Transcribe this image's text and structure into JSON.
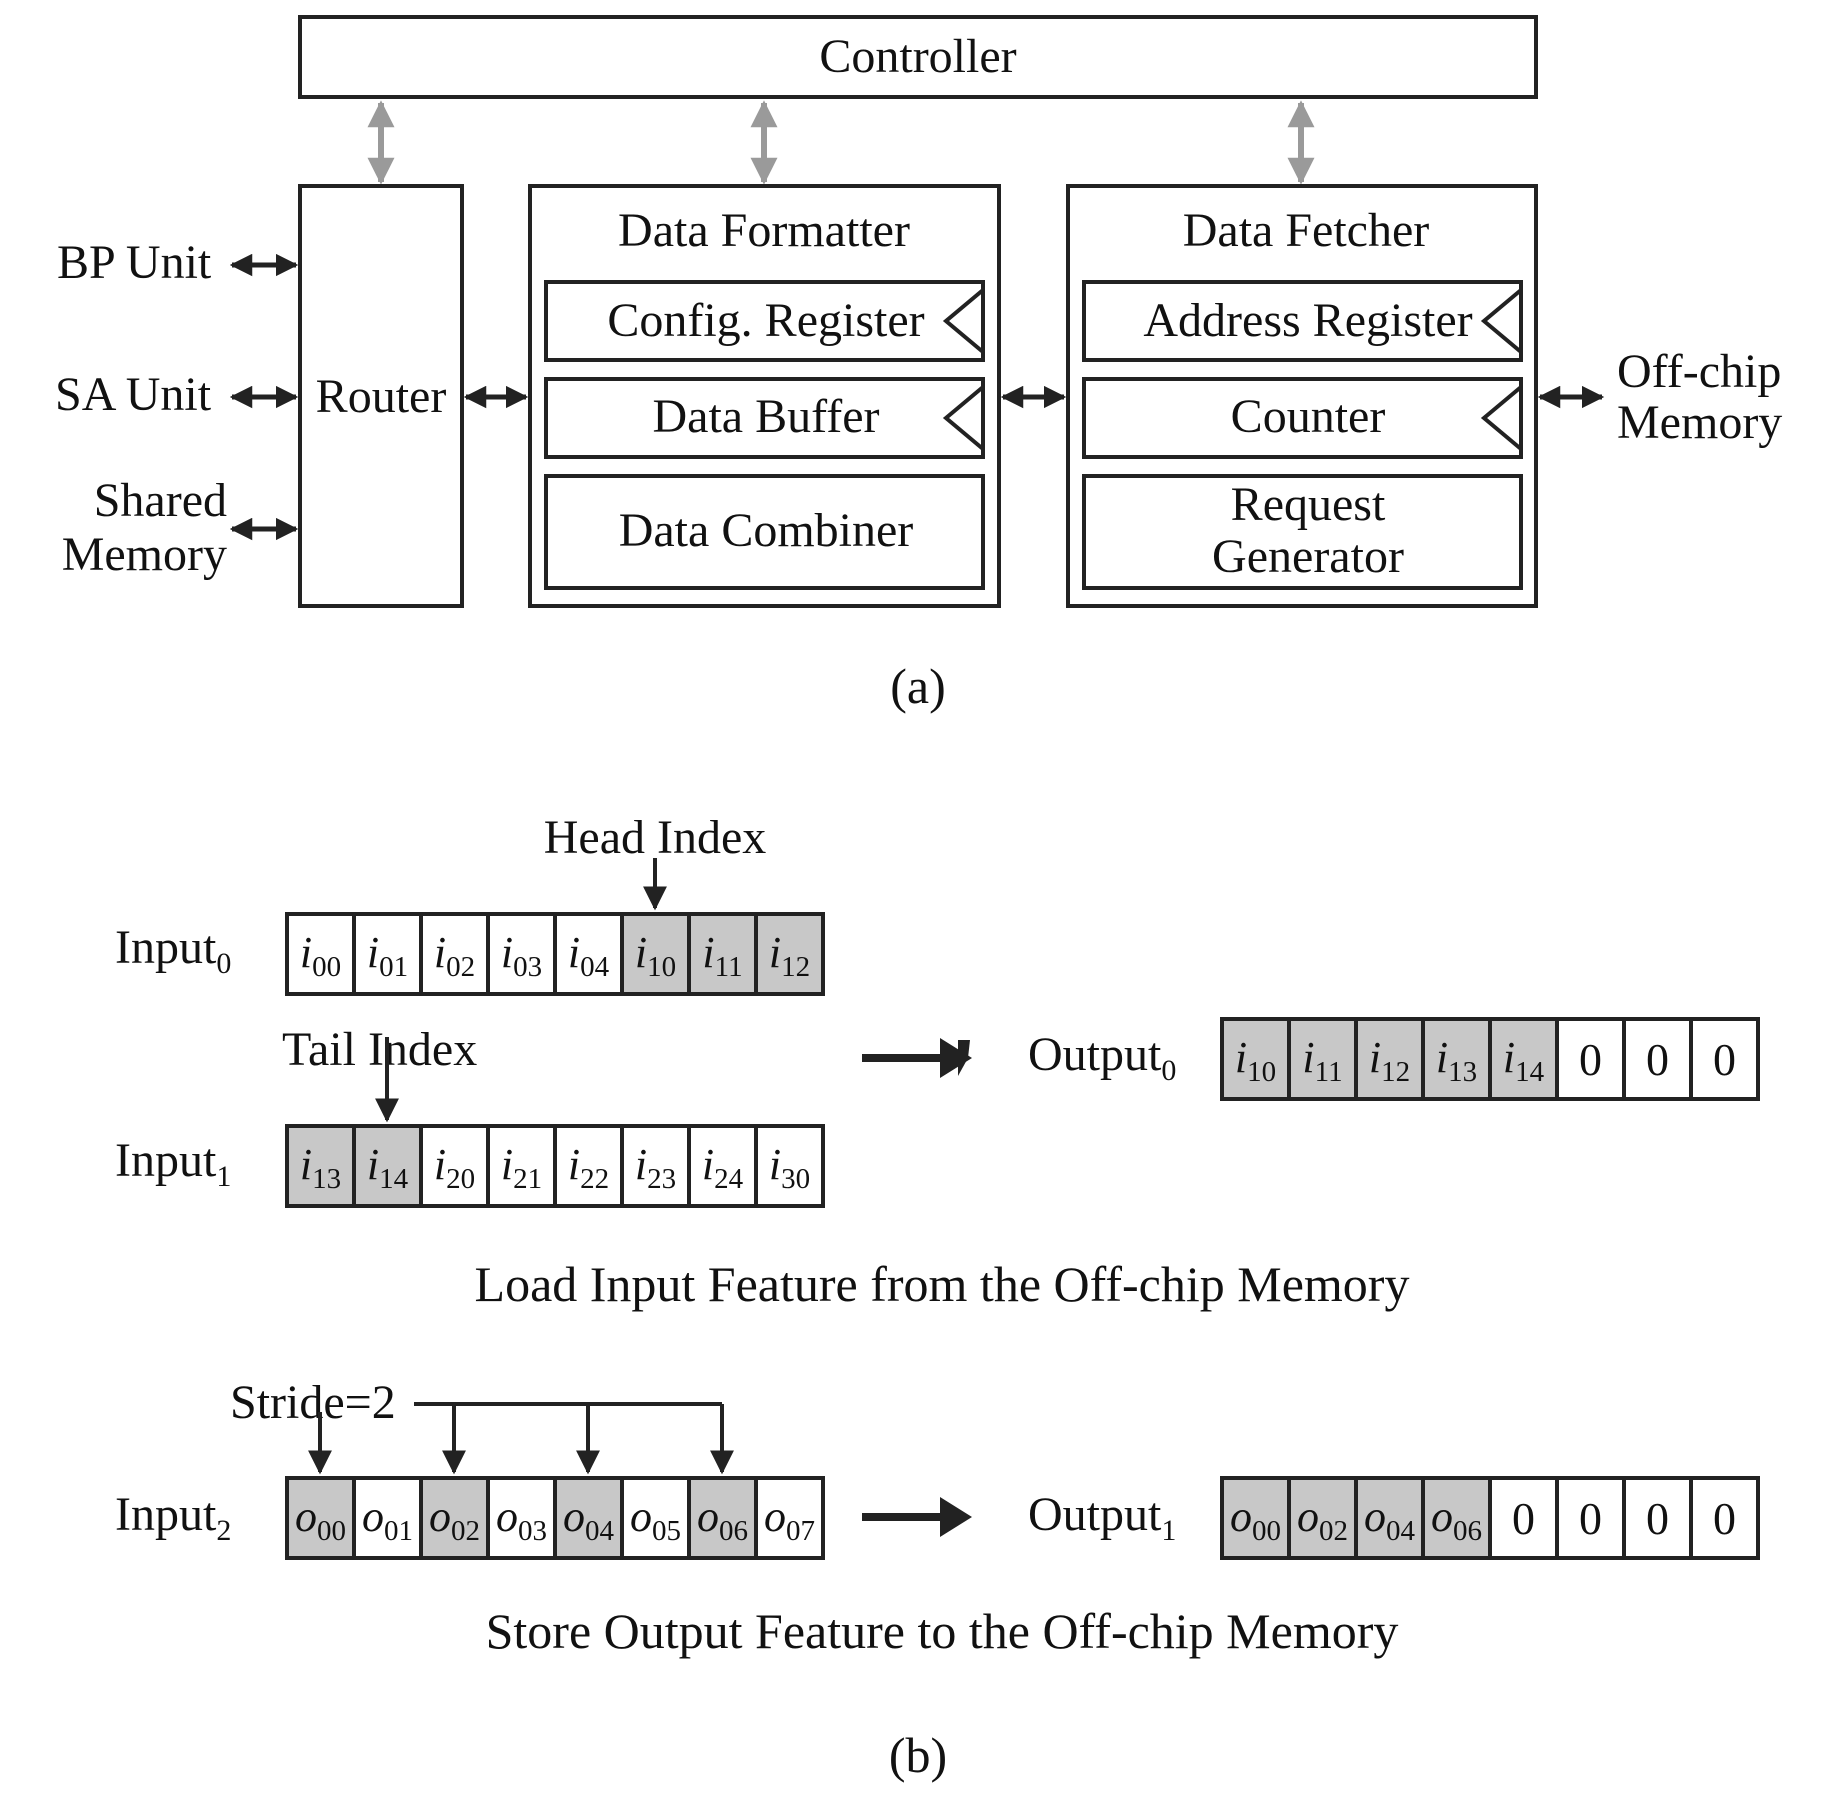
{
  "part_a": {
    "controller": "Controller",
    "router": "Router",
    "left_ports": {
      "bp_unit": "BP Unit",
      "sa_unit": "SA Unit",
      "shared_memory_line1": "Shared",
      "shared_memory_line2": "Memory"
    },
    "data_formatter": {
      "title": "Data Formatter",
      "config_register": "Config. Register",
      "data_buffer": "Data Buffer",
      "data_combiner": "Data Combiner"
    },
    "data_fetcher": {
      "title": "Data Fetcher",
      "address_register": "Address Register",
      "counter": "Counter",
      "request_generator_line1": "Request",
      "request_generator_line2": "Generator"
    },
    "offchip": {
      "line1": "Off-chip",
      "line2": "Memory"
    },
    "caption": "(a)"
  },
  "part_b": {
    "head_index": "Head Index",
    "tail_index": "Tail Index",
    "stride": "Stride=2",
    "input0": {
      "label": "Input",
      "sub": "0",
      "cells": [
        {
          "v": "i",
          "s": "00",
          "hl": false
        },
        {
          "v": "i",
          "s": "01",
          "hl": false
        },
        {
          "v": "i",
          "s": "02",
          "hl": false
        },
        {
          "v": "i",
          "s": "03",
          "hl": false
        },
        {
          "v": "i",
          "s": "04",
          "hl": false
        },
        {
          "v": "i",
          "s": "10",
          "hl": true
        },
        {
          "v": "i",
          "s": "11",
          "hl": true
        },
        {
          "v": "i",
          "s": "12",
          "hl": true
        }
      ]
    },
    "input1": {
      "label": "Input",
      "sub": "1",
      "cells": [
        {
          "v": "i",
          "s": "13",
          "hl": true
        },
        {
          "v": "i",
          "s": "14",
          "hl": true
        },
        {
          "v": "i",
          "s": "20",
          "hl": false
        },
        {
          "v": "i",
          "s": "21",
          "hl": false
        },
        {
          "v": "i",
          "s": "22",
          "hl": false
        },
        {
          "v": "i",
          "s": "23",
          "hl": false
        },
        {
          "v": "i",
          "s": "24",
          "hl": false
        },
        {
          "v": "i",
          "s": "30",
          "hl": false
        }
      ]
    },
    "output0": {
      "label": "Output",
      "sub": "0",
      "cells": [
        {
          "v": "i",
          "s": "10",
          "hl": true
        },
        {
          "v": "i",
          "s": "11",
          "hl": true
        },
        {
          "v": "i",
          "s": "12",
          "hl": true
        },
        {
          "v": "i",
          "s": "13",
          "hl": true
        },
        {
          "v": "i",
          "s": "14",
          "hl": true
        },
        {
          "v": "0",
          "s": "",
          "hl": false
        },
        {
          "v": "0",
          "s": "",
          "hl": false
        },
        {
          "v": "0",
          "s": "",
          "hl": false
        }
      ]
    },
    "input2": {
      "label": "Input",
      "sub": "2",
      "cells": [
        {
          "v": "o",
          "s": "00",
          "hl": true
        },
        {
          "v": "o",
          "s": "01",
          "hl": false
        },
        {
          "v": "o",
          "s": "02",
          "hl": true
        },
        {
          "v": "o",
          "s": "03",
          "hl": false
        },
        {
          "v": "o",
          "s": "04",
          "hl": true
        },
        {
          "v": "o",
          "s": "05",
          "hl": false
        },
        {
          "v": "o",
          "s": "06",
          "hl": true
        },
        {
          "v": "o",
          "s": "07",
          "hl": false
        }
      ]
    },
    "output1": {
      "label": "Output",
      "sub": "1",
      "cells": [
        {
          "v": "o",
          "s": "00",
          "hl": true
        },
        {
          "v": "o",
          "s": "02",
          "hl": true
        },
        {
          "v": "o",
          "s": "04",
          "hl": true
        },
        {
          "v": "o",
          "s": "06",
          "hl": true
        },
        {
          "v": "0",
          "s": "",
          "hl": false
        },
        {
          "v": "0",
          "s": "",
          "hl": false
        },
        {
          "v": "0",
          "s": "",
          "hl": false
        },
        {
          "v": "0",
          "s": "",
          "hl": false
        }
      ]
    },
    "load_caption": "Load Input Feature from the Off-chip Memory",
    "store_caption": "Store Output Feature to the Off-chip Memory",
    "caption": "(b)"
  },
  "colors": {
    "highlight_fill": "#c8c8c8",
    "line": "#222222",
    "control_arrow": "#9a9a9a"
  }
}
